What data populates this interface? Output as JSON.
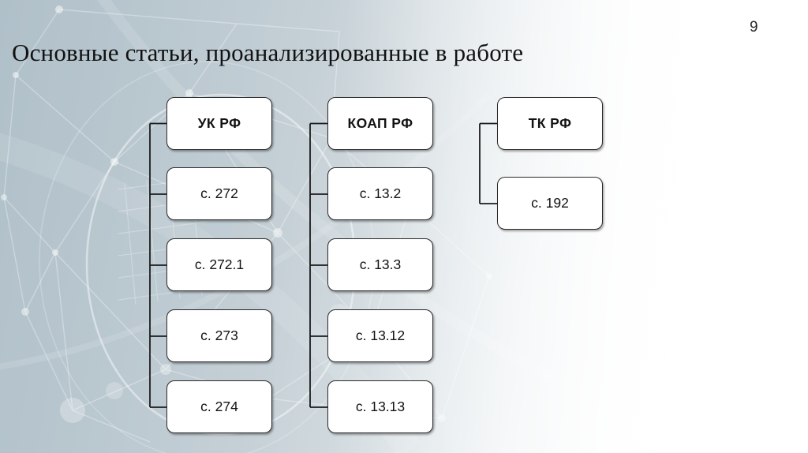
{
  "page": {
    "number": "9",
    "title": "Основные статьи, проанализированные в работе"
  },
  "diagram": {
    "columns": [
      {
        "id": "uk-rf",
        "header": "УК РФ",
        "items": [
          "с. 272",
          "с. 272.1",
          "с. 273",
          "с. 274"
        ]
      },
      {
        "id": "koap-rf",
        "header": "КОАП РФ",
        "items": [
          "с. 13.2",
          "с. 13.3",
          "с. 13.12",
          "с. 13.13"
        ]
      },
      {
        "id": "tk-rf",
        "header": "ТК РФ",
        "items": [
          "с. 192"
        ]
      }
    ]
  },
  "colors": {
    "box_fill": "#ffffff",
    "box_border": "#2b2b2b",
    "connector": "#1c1c1c",
    "title_text": "#121212",
    "background_left": "#b0c0c9",
    "background_right": "#ffffff"
  }
}
